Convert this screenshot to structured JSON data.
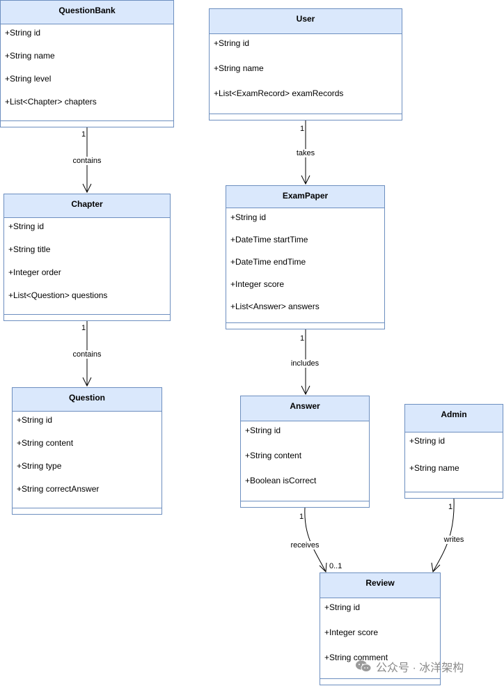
{
  "classes": {
    "questionbank": {
      "name": "QuestionBank",
      "attrs": [
        "+String id",
        "+String name",
        "+String level",
        "+List<Chapter> chapters"
      ]
    },
    "user": {
      "name": "User",
      "attrs": [
        "+String id",
        "+String name",
        "+List<ExamRecord> examRecords"
      ]
    },
    "chapter": {
      "name": "Chapter",
      "attrs": [
        "+String id",
        "+String title",
        "+Integer order",
        "+List<Question> questions"
      ]
    },
    "exampaper": {
      "name": "ExamPaper",
      "attrs": [
        "+String id",
        "+DateTime startTime",
        "+DateTime endTime",
        "+Integer score",
        "+List<Answer> answers"
      ]
    },
    "question": {
      "name": "Question",
      "attrs": [
        "+String id",
        "+String content",
        "+String type",
        "+String correctAnswer"
      ]
    },
    "answer": {
      "name": "Answer",
      "attrs": [
        "+String id",
        "+String content",
        "+Boolean isCorrect"
      ]
    },
    "admin": {
      "name": "Admin",
      "attrs": [
        "+String id",
        "+String name"
      ]
    },
    "review": {
      "name": "Review",
      "attrs": [
        "+String id",
        "+Integer score",
        "+String comment"
      ]
    }
  },
  "relations": {
    "bank_chapter": {
      "label": "contains",
      "source_mult": "1"
    },
    "chapter_question": {
      "label": "contains",
      "source_mult": "1"
    },
    "user_exampaper": {
      "label": "takes",
      "source_mult": "1"
    },
    "exampaper_answer": {
      "label": "includes",
      "source_mult": "1"
    },
    "answer_review": {
      "label": "receives",
      "source_mult": "1",
      "target_mult": "0..1"
    },
    "admin_review": {
      "label": "writes",
      "source_mult": "1"
    }
  },
  "watermark": {
    "text": "公众号 · 冰洋架构",
    "icon": "wechat-icon"
  },
  "colors": {
    "header_fill": "#dae8fc",
    "border": "#6c8ebf",
    "edge": "#000000",
    "watermark": "#8a8a8a"
  }
}
